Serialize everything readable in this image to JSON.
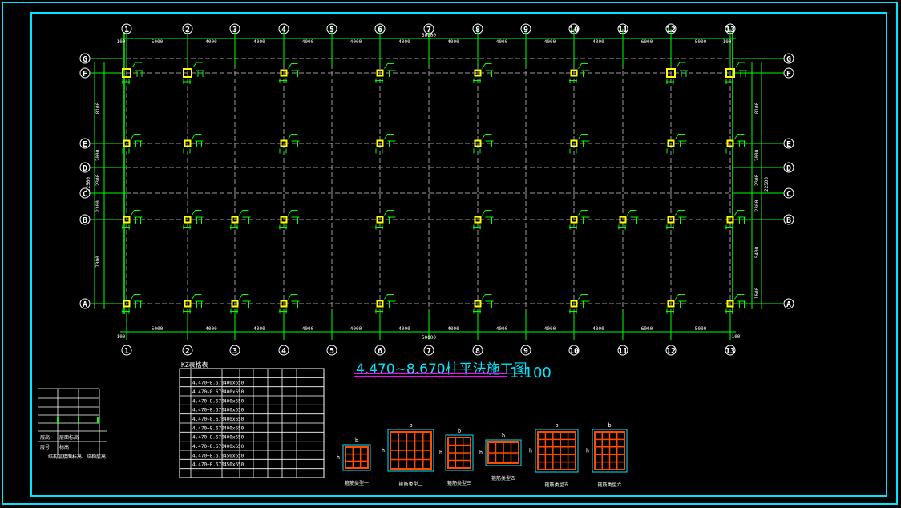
{
  "drawing": {
    "title": "4.470~8.670柱平法施工图",
    "scale": "1:100",
    "colors": {
      "frame": "#00e5ff",
      "grid": "#00ff00",
      "axis": "#9a9a9a",
      "column": "#ffff00",
      "text": "#ffffff",
      "highlight": "#ff00ff",
      "rebar": "#ff4a00"
    }
  },
  "grid": {
    "columns": [
      "1",
      "2",
      "3",
      "4",
      "5",
      "6",
      "7",
      "8",
      "9",
      "10",
      "11",
      "12",
      "13"
    ],
    "rows": [
      "G",
      "F",
      "E",
      "D",
      "C",
      "B",
      "A"
    ],
    "top_spacings": [
      "5000",
      "4000",
      "4000",
      "4000",
      "4000",
      "4000",
      "4000",
      "4000",
      "4000",
      "4000",
      "6000",
      "5000"
    ],
    "bottom_spacings": [
      "5000",
      "4000",
      "4000",
      "4000",
      "4000",
      "4000",
      "4000",
      "4000",
      "4000",
      "4000",
      "6000",
      "5000"
    ],
    "overall_length": "50000",
    "edge_offset": "100",
    "left_spacings": [
      "8100",
      "2000",
      "2300",
      "2300",
      "7000"
    ],
    "right_spacings": [
      "8100",
      "2000",
      "2300",
      "2300",
      "5400",
      "1600"
    ],
    "overall_height": "22500"
  },
  "kz_table": {
    "title": "KZ表格表",
    "rows": [
      {
        "elevation": "4.470~8.670",
        "size": "400x650"
      },
      {
        "elevation": "4.470~8.670",
        "size": "400x650"
      },
      {
        "elevation": "4.470~8.670",
        "size": "400x650"
      },
      {
        "elevation": "4.470~8.670",
        "size": "400x650"
      },
      {
        "elevation": "4.470~8.670",
        "size": "400x650"
      },
      {
        "elevation": "4.470~8.670",
        "size": "400x650"
      },
      {
        "elevation": "4.470~8.670",
        "size": "400x650"
      },
      {
        "elevation": "4.470~8.670",
        "size": "400x650"
      },
      {
        "elevation": "4.470~8.670",
        "size": "450x650"
      },
      {
        "elevation": "4.470~8.670",
        "size": "450x650"
      }
    ]
  },
  "legend": {
    "labels": [
      "层高",
      "层面标高",
      "层号",
      "标高"
    ],
    "note": "结构层楼面标高、结构层高"
  },
  "sections": [
    {
      "label": "箍筋类型一",
      "h": "h",
      "b": "b"
    },
    {
      "label": "箍筋类型二",
      "h": "h",
      "b": "b"
    },
    {
      "label": "箍筋类型三",
      "h": "h",
      "b": "b"
    },
    {
      "label": "箍筋类型四",
      "h": "h",
      "b": "b"
    },
    {
      "label": "箍筋类型五",
      "h": "h",
      "b": "b"
    },
    {
      "label": "箍筋类型六",
      "h": "h",
      "b": "b"
    }
  ]
}
